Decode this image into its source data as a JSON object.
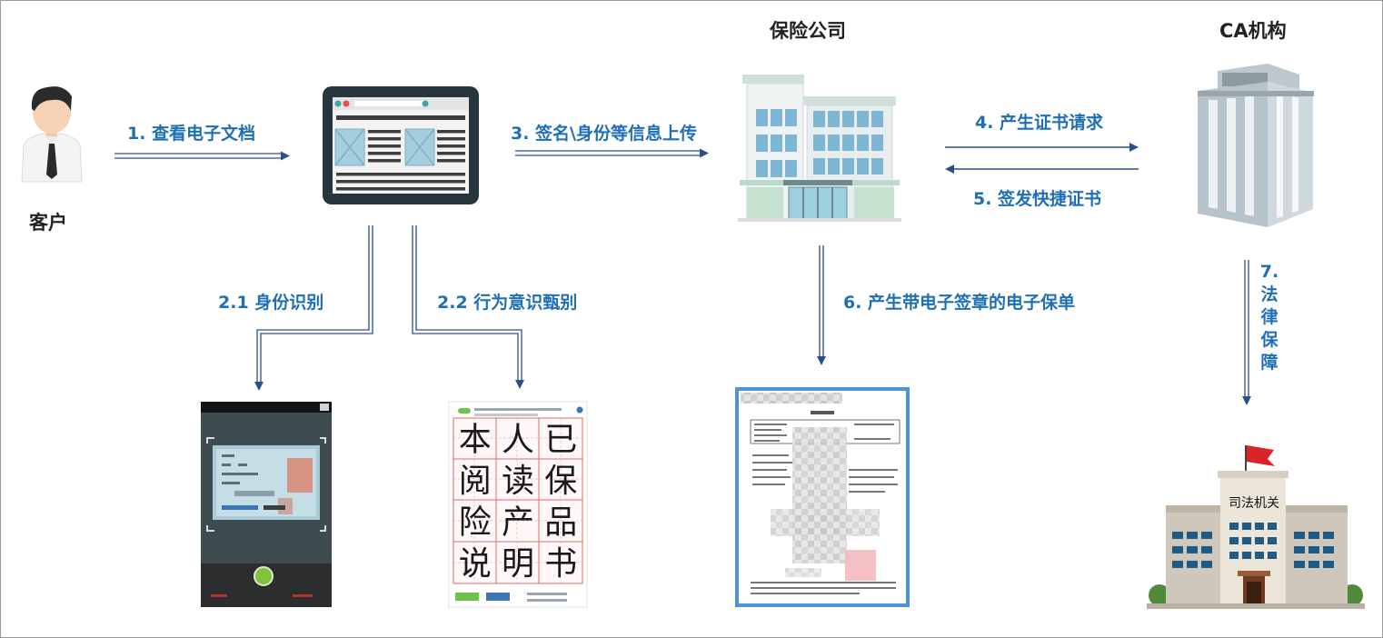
{
  "entities": {
    "customer": "客户",
    "insurer": "保险公司",
    "ca": "CA机构",
    "judicial": "司法机关"
  },
  "steps": {
    "s1": "1. 查看电子文档",
    "s2_1": "2.1 身份识别",
    "s2_2": "2.2 行为意识甄别",
    "s3": "3. 签名\\身份等信息上传",
    "s4": "4. 产生证书请求",
    "s5": "5. 签发快捷证书",
    "s6": "6. 产生带电子签章的电子保单",
    "s7": "7.法律保障"
  },
  "handwriting": [
    "本",
    "人",
    "已",
    "阅",
    "读",
    "保",
    "险",
    "产",
    "品",
    "说",
    "明",
    "书"
  ],
  "colors": {
    "label_blue": "#1f6fb5",
    "arrow_blue": "#2c4f8c",
    "ca_building": "#a9b6bf",
    "flag_red": "#d9252a",
    "grid_red": "#e06a6a"
  }
}
